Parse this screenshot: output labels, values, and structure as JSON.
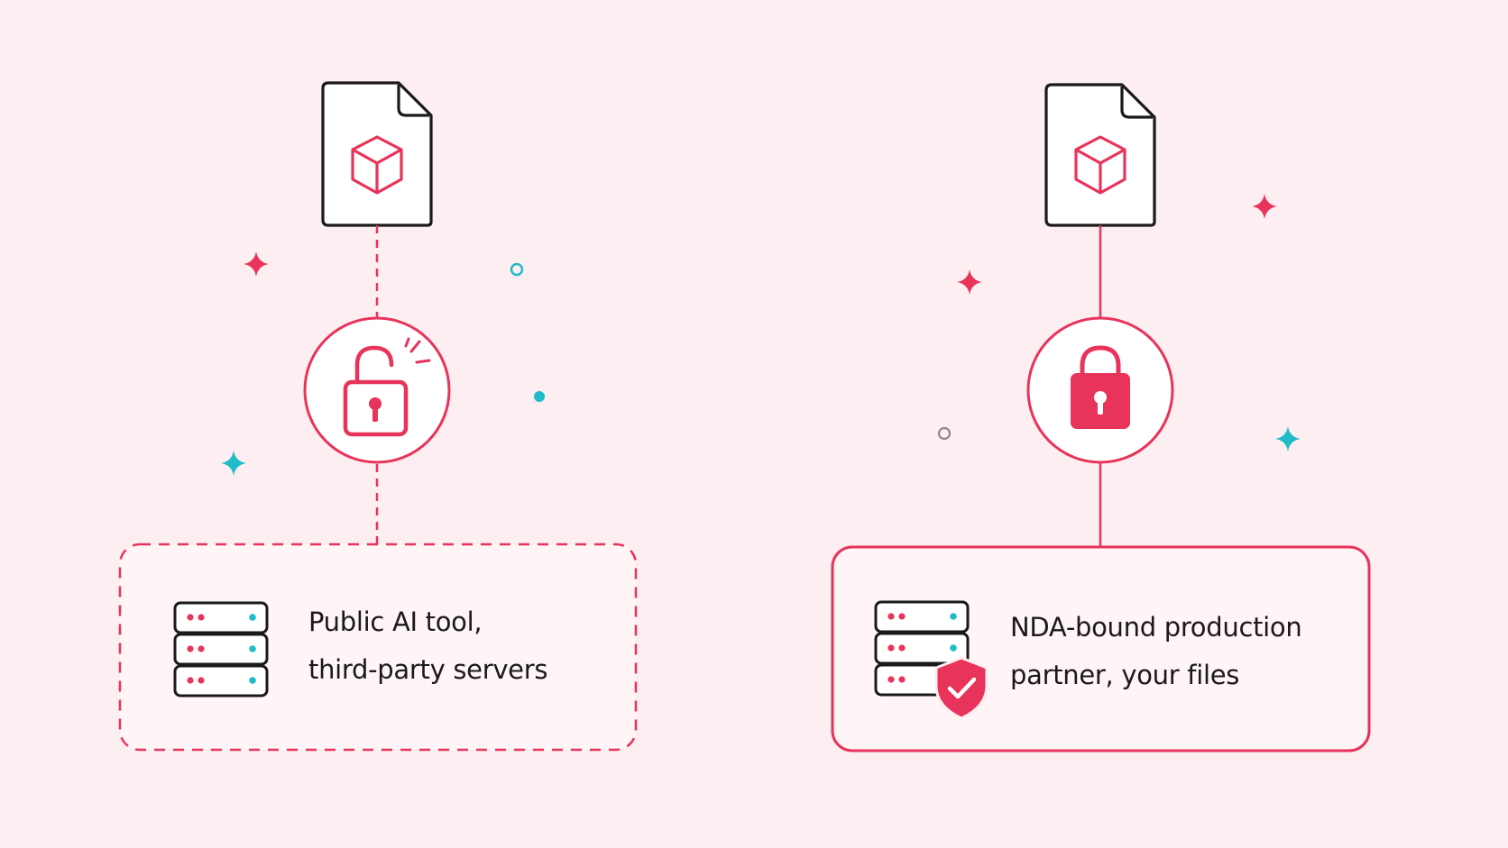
{
  "colors": {
    "background": "#fdeef1",
    "accent": "#e8335a",
    "teal": "#21bcc8",
    "ink": "#1a1a1a",
    "muted": "#8a8a8a"
  },
  "left_panel": {
    "document_icon": "document-cube-icon",
    "lock_icon": "unlocked-padlock-icon",
    "server_icon": "server-stack-icon",
    "connector_style": "dashed",
    "label_line1": "Public AI tool,",
    "label_line2": "third-party servers"
  },
  "right_panel": {
    "document_icon": "document-cube-icon",
    "lock_icon": "locked-padlock-icon",
    "server_icon": "server-stack-shield-icon",
    "connector_style": "solid",
    "label_line1": "NDA-bound production",
    "label_line2": "partner, your files"
  }
}
